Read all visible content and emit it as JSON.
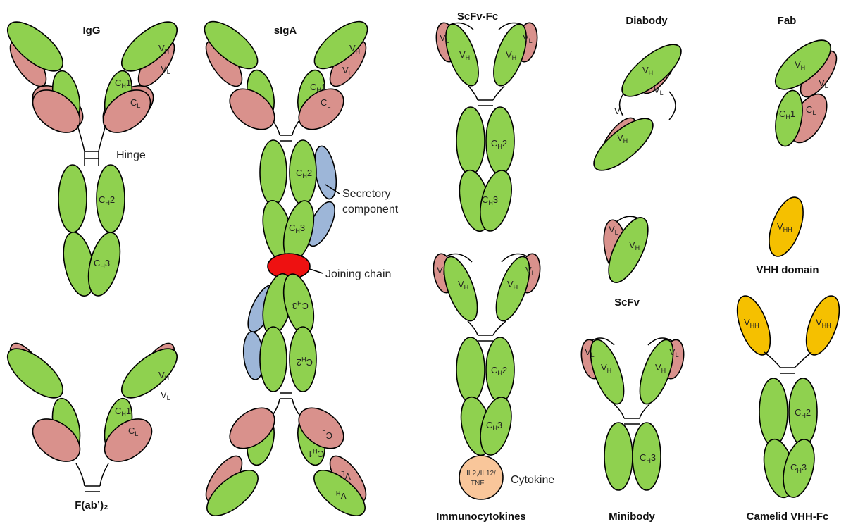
{
  "titles": {
    "igg": "IgG",
    "siga": "sIgA",
    "scfv_fc": "ScFv-Fc",
    "diabody": "Diabody",
    "fab": "Fab",
    "fab2": "F(ab’)₂",
    "immunocytokines": "Immunocytokines",
    "minibody": "Minibody",
    "camelid": "Camelid VHH-Fc",
    "scfv": "ScFv",
    "vhh_domain": "VHH domain"
  },
  "annotations": {
    "hinge": "Hinge",
    "secretory": "Secretory",
    "component": "component",
    "joining": "Joining chain",
    "cytokine": "Cytokine",
    "cytokine_inner_1": "IL2,/IL12/",
    "cytokine_inner_2": "TNF"
  },
  "domains": {
    "vh": "V",
    "vh_sub": "H",
    "vl": "V",
    "vl_sub": "L",
    "cl": "C",
    "cl_sub": "L",
    "ch": "C",
    "ch_sub": "H",
    "vhh": "V",
    "vhh_sub": "HH",
    "n1": "1",
    "n2": "2",
    "n3": "3"
  },
  "colors": {
    "heavy_chain": "#8fd14f",
    "light_chain": "#d9918c",
    "secretory_component": "#9db6d8",
    "joining_chain": "#ee1111",
    "vhh": "#f5c000",
    "cytokine": "#f9c69a"
  }
}
